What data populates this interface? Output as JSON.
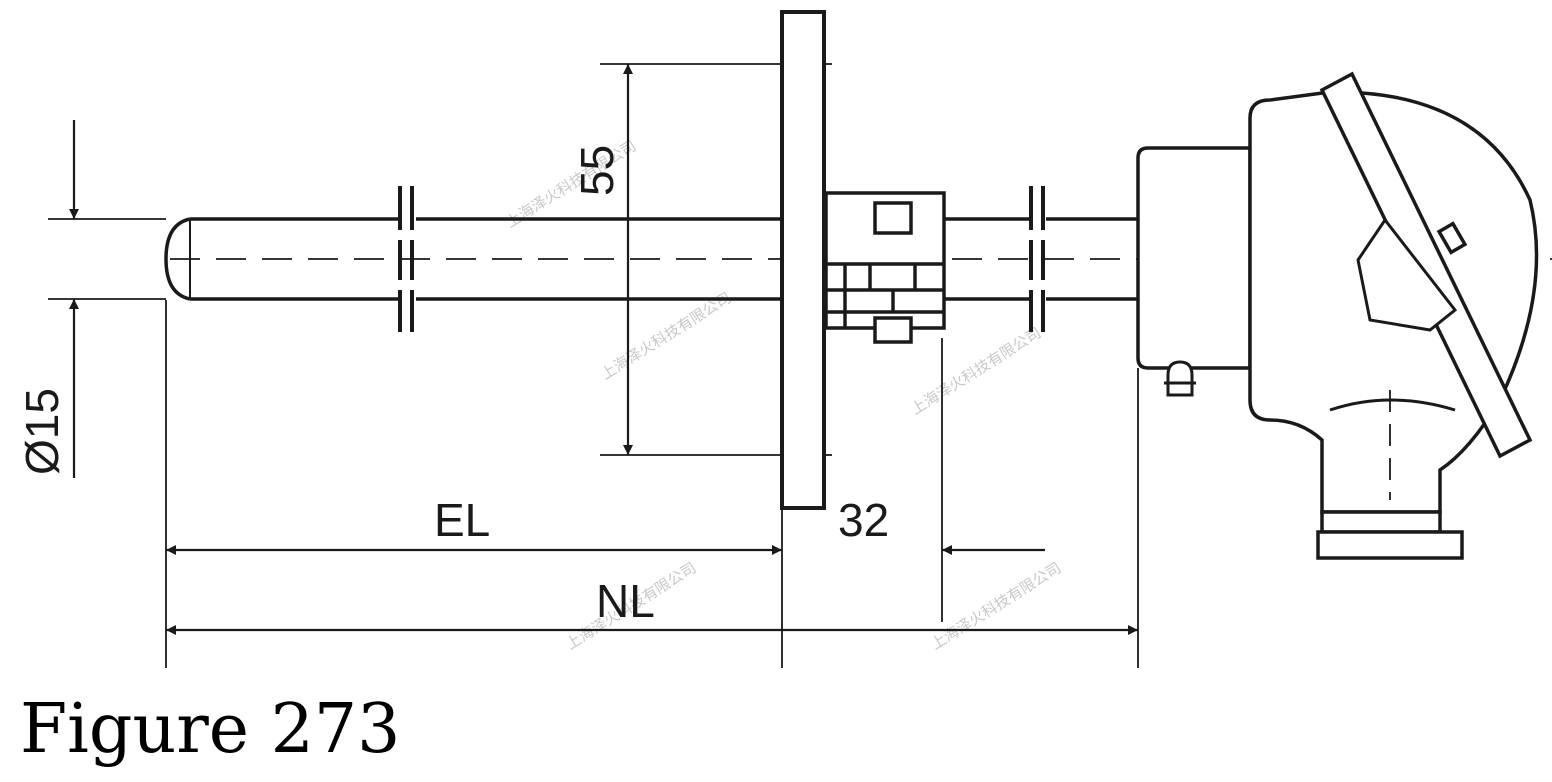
{
  "labels": {
    "diameter": "Ø15",
    "flange_height": "55",
    "immersion_length": "EL",
    "offset": "32",
    "nominal_length": "NL"
  },
  "caption": "Figure 273",
  "watermark": "上海泽火科技有限公司",
  "colors": {
    "line": "#1a1a1a",
    "watermark": "#c8c8c8"
  }
}
